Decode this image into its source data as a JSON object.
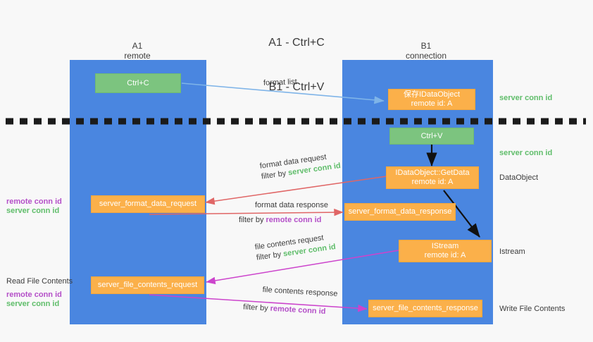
{
  "title": {
    "line1": "A1 - Ctrl+C",
    "line2": "B1 - Ctrl+V"
  },
  "lanes": [
    {
      "name": "A1",
      "sub": "remote"
    },
    {
      "name": "B1",
      "sub": "connection"
    }
  ],
  "boxes": {
    "ctrl_c": "Ctrl+C",
    "ctrl_v": "Ctrl+V",
    "save_idataobject": "保存IDataObject\nremote id: A",
    "getdata": "IDataObject::GetData\nremote id: A",
    "istream": "IStream\nremote id: A",
    "server_format_data_request": "server_format_data_request",
    "server_format_data_response": "server_format_data_response",
    "server_file_contents_request": "server_file_contents_request",
    "server_file_contents_response": "server_file_contents_response"
  },
  "right_labels": {
    "server_conn_id_1": "server conn id",
    "server_conn_id_2": "server conn id",
    "dataobject": "DataObject",
    "istream": "Istream",
    "write_file_contents": "Write File Contents"
  },
  "left_labels": {
    "remote_conn_id_1": "remote conn id",
    "server_conn_id_1": "server conn id",
    "read_file_contents": "Read File Contents",
    "remote_conn_id_2": "remote conn id",
    "server_conn_id_2": "server conn id"
  },
  "captions": {
    "format_list": "format list",
    "format_data_request": "format data request",
    "format_data_request_filter_prefix": "filter by ",
    "format_data_request_filter_value": "server conn id",
    "format_data_response": "format data response",
    "format_data_response_filter_prefix": "filter by ",
    "format_data_response_filter_value": "remote conn id",
    "file_contents_request": "file contents request",
    "file_contents_request_filter_prefix": "filter by ",
    "file_contents_request_filter_value": "server conn id",
    "file_contents_response": "file contents response",
    "file_contents_response_filter_prefix": "filter by ",
    "file_contents_response_filter_value": "remote conn id"
  },
  "colors": {
    "lane": "#4a86e0",
    "green_box": "#7cc47f",
    "orange_box": "#fbb04a",
    "green_text": "#5fbd6a",
    "purple_text": "#b44fc8",
    "blue_arrow": "#7fb4e8",
    "red_arrow": "#e06666",
    "magenta_arrow": "#c councillor"
  }
}
